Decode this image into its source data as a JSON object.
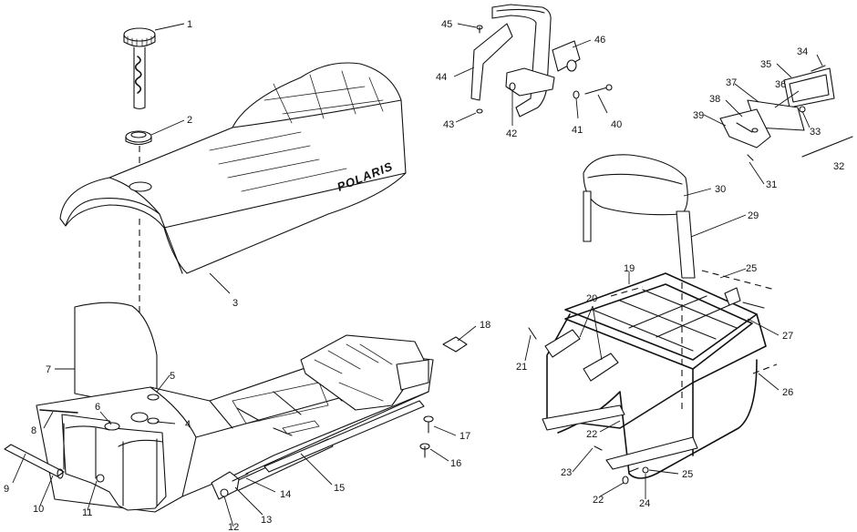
{
  "diagram": {
    "brand_text": "POLARIS",
    "callouts": [
      {
        "id": "c1",
        "text": "1"
      },
      {
        "id": "c2",
        "text": "2"
      },
      {
        "id": "c3",
        "text": "3"
      },
      {
        "id": "c4",
        "text": "4"
      },
      {
        "id": "c5",
        "text": "5"
      },
      {
        "id": "c6",
        "text": "6"
      },
      {
        "id": "c7",
        "text": "7"
      },
      {
        "id": "c8",
        "text": "8"
      },
      {
        "id": "c9",
        "text": "9"
      },
      {
        "id": "c10",
        "text": "10"
      },
      {
        "id": "c11",
        "text": "11"
      },
      {
        "id": "c12",
        "text": "12"
      },
      {
        "id": "c13",
        "text": "13"
      },
      {
        "id": "c14",
        "text": "14"
      },
      {
        "id": "c15",
        "text": "15"
      },
      {
        "id": "c16",
        "text": "16"
      },
      {
        "id": "c17",
        "text": "17"
      },
      {
        "id": "c18",
        "text": "18"
      },
      {
        "id": "c19",
        "text": "19"
      },
      {
        "id": "c20",
        "text": "20"
      },
      {
        "id": "c21",
        "text": "21"
      },
      {
        "id": "c22a",
        "text": "22"
      },
      {
        "id": "c22b",
        "text": "22"
      },
      {
        "id": "c23",
        "text": "23"
      },
      {
        "id": "c24",
        "text": "24"
      },
      {
        "id": "c25a",
        "text": "25"
      },
      {
        "id": "c25b",
        "text": "25"
      },
      {
        "id": "c26",
        "text": "26"
      },
      {
        "id": "c27",
        "text": "27"
      },
      {
        "id": "c29",
        "text": "29"
      },
      {
        "id": "c30",
        "text": "30"
      },
      {
        "id": "c31",
        "text": "31"
      },
      {
        "id": "c32",
        "text": "32"
      },
      {
        "id": "c33",
        "text": "33"
      },
      {
        "id": "c34",
        "text": "34"
      },
      {
        "id": "c35",
        "text": "35"
      },
      {
        "id": "c36",
        "text": "36"
      },
      {
        "id": "c37",
        "text": "37"
      },
      {
        "id": "c38",
        "text": "38"
      },
      {
        "id": "c39",
        "text": "39"
      },
      {
        "id": "c40",
        "text": "40"
      },
      {
        "id": "c41",
        "text": "41"
      },
      {
        "id": "c42",
        "text": "42"
      },
      {
        "id": "c43",
        "text": "43"
      },
      {
        "id": "c44",
        "text": "44"
      },
      {
        "id": "c45",
        "text": "45"
      },
      {
        "id": "c46",
        "text": "46"
      }
    ]
  }
}
